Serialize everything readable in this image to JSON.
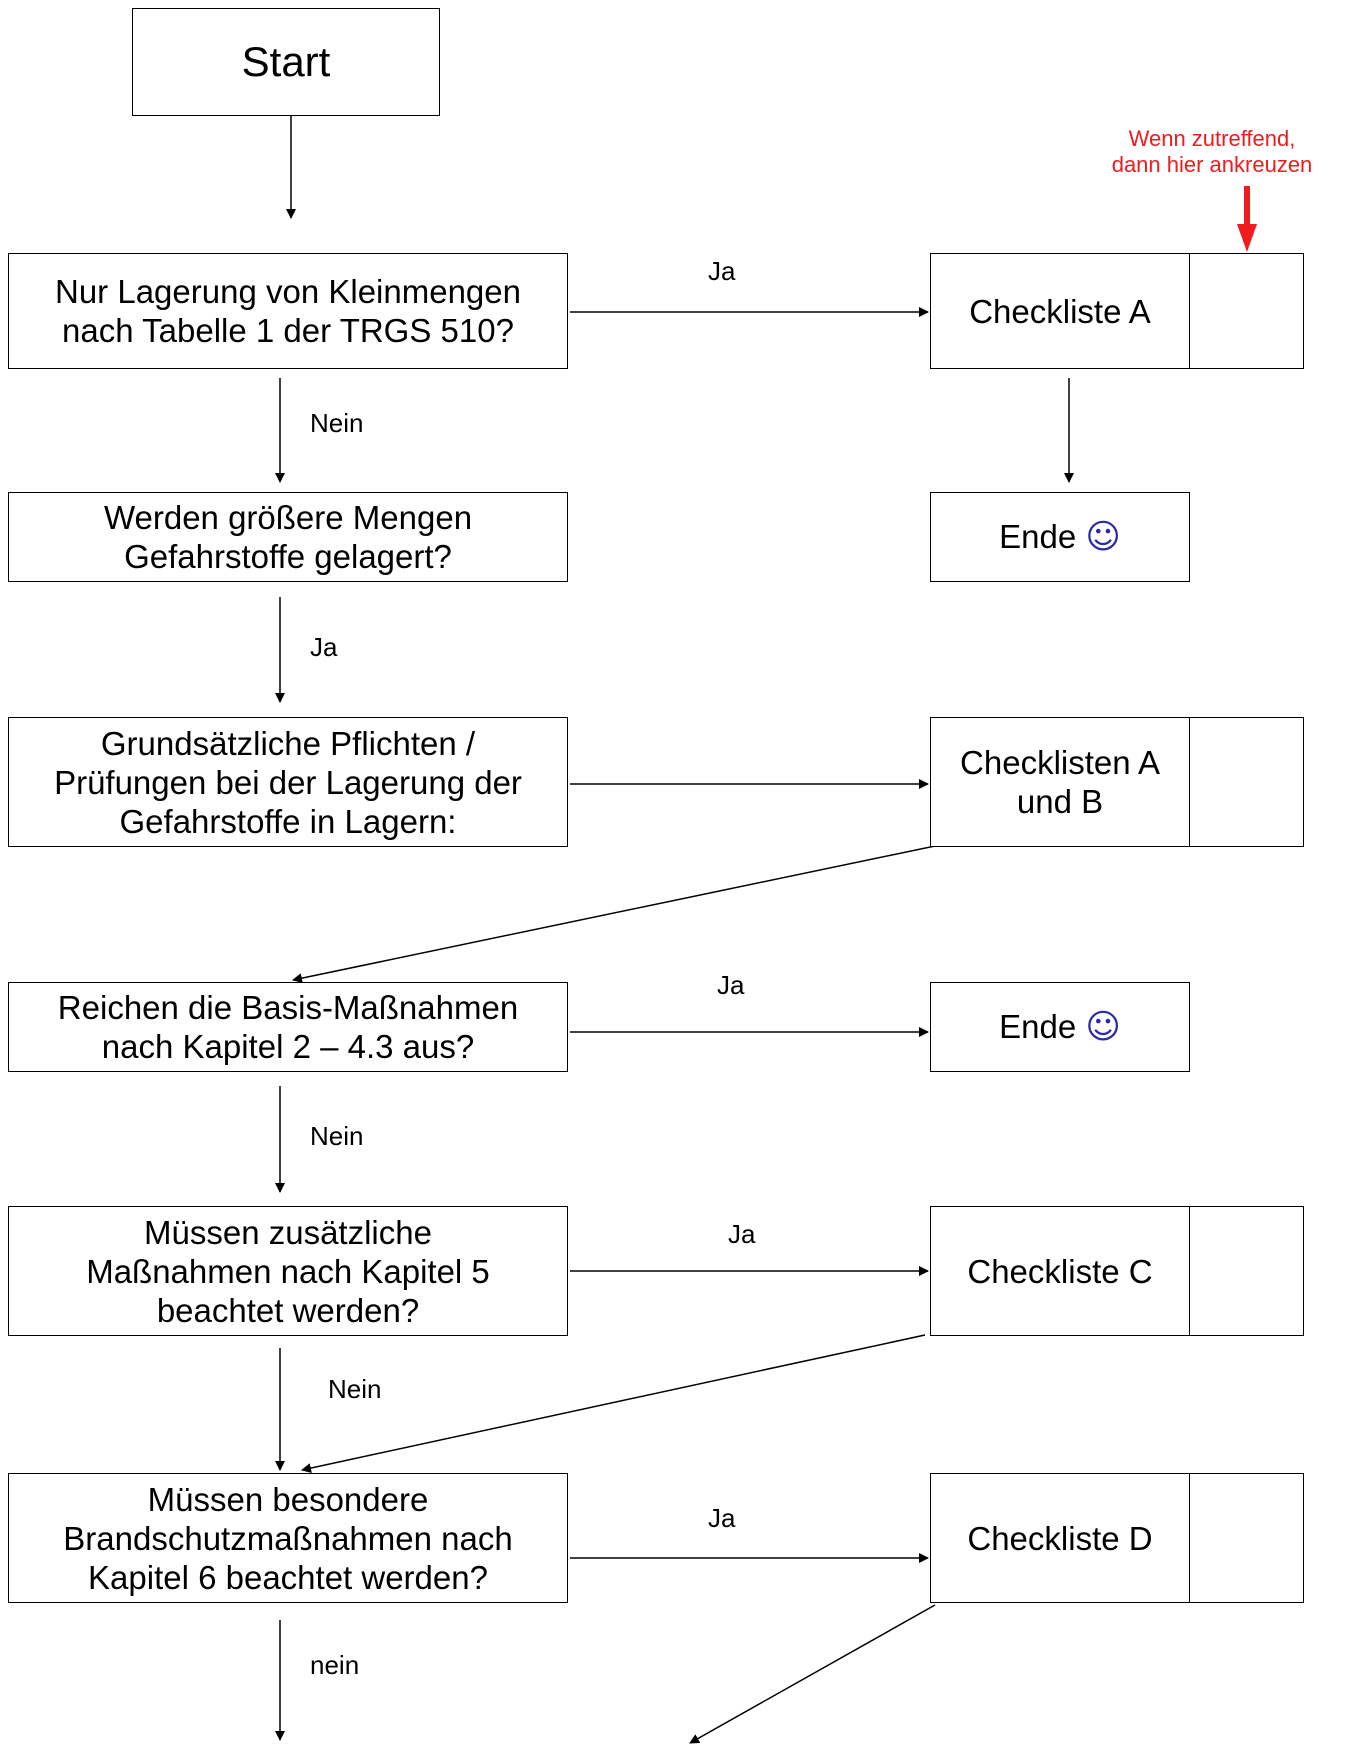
{
  "nodes": {
    "start": "Start",
    "q_kleinmengen": "Nur Lagerung von Kleinmengen\nnach Tabelle 1 der TRGS 510?",
    "checklist_a": "Checkliste A",
    "end_1": "Ende",
    "q_groessere": "Werden größere Mengen\nGefahrstoffe gelagert?",
    "pflichten": "Grundsätzliche Pflichten /\nPrüfungen bei der Lagerung der\nGefahrstoffe in Lagern:",
    "checklist_ab": "Checklisten A\nund B",
    "q_basis": "Reichen die Basis-Maßnahmen\nnach Kapitel 2 – 4.3 aus?",
    "end_2": "Ende",
    "q_zusaetzlich": "Müssen zusätzliche\nMaßnahmen nach Kapitel 5\nbeachtet werden?",
    "checklist_c": "Checkliste C",
    "q_brandschutz": "Müssen besondere\nBrandschutzmaßnahmen nach\nKapitel 6 beachtet werden?",
    "checklist_d": "Checkliste D",
    "smiley": "☺"
  },
  "edge_labels": {
    "ja_1": "Ja",
    "nein_1": "Nein",
    "ja_2": "Ja",
    "ja_3": "Ja",
    "nein_2": "Nein",
    "ja_4": "Ja",
    "nein_3": "Nein",
    "ja_5": "Ja",
    "nein_4": "nein"
  },
  "annotation": "Wenn zutreffend,\ndann hier ankreuzen",
  "colors": {
    "annotation": "#ee1c1c",
    "smiley": "#2a2aa8",
    "line": "#000000"
  }
}
